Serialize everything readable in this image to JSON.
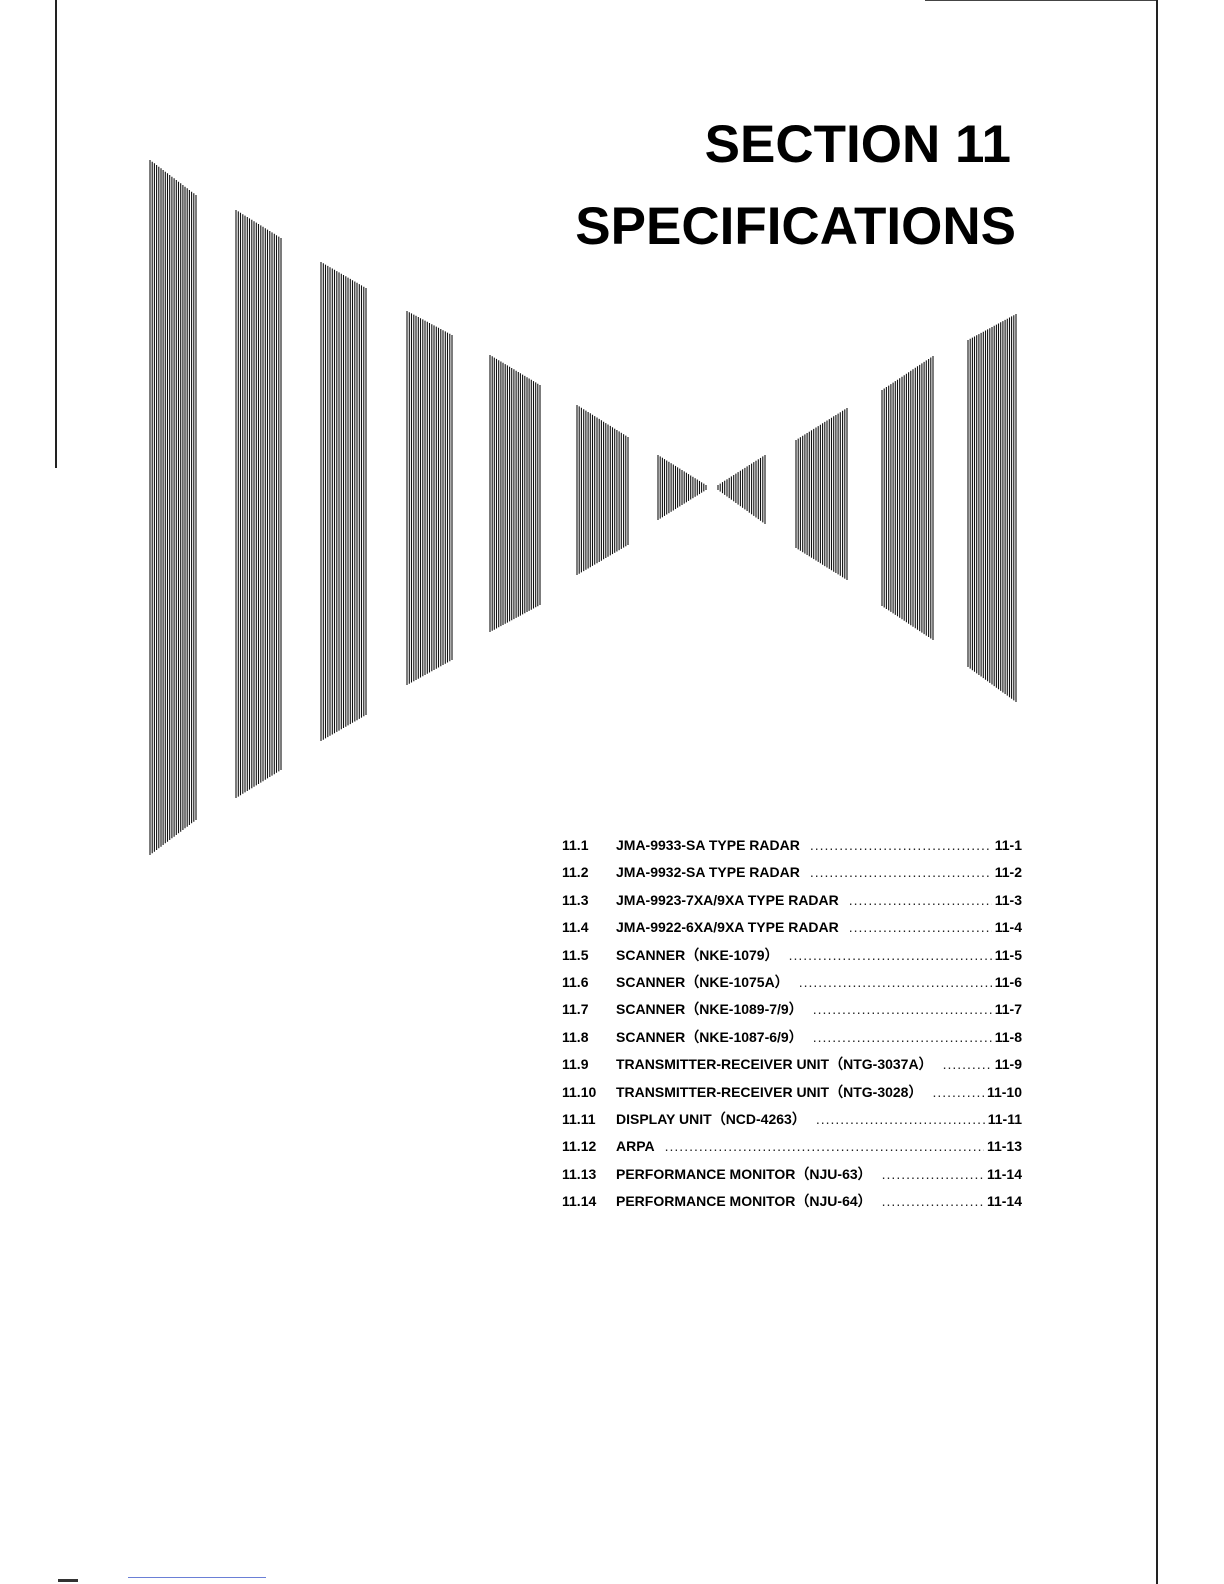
{
  "section": {
    "title": "SECTION 11",
    "subtitle": "SPECIFICATIONS"
  },
  "toc": [
    {
      "num": "11.1",
      "label": "JMA-9933-SA TYPE RADAR",
      "page": "11-1"
    },
    {
      "num": "11.2",
      "label": "JMA-9932-SA TYPE RADAR",
      "page": "11-2"
    },
    {
      "num": "11.3",
      "label": "JMA-9923-7XA/9XA TYPE RADAR",
      "page": "11-3"
    },
    {
      "num": "11.4",
      "label": "JMA-9922-6XA/9XA TYPE RADAR",
      "page": "11-4"
    },
    {
      "num": "11.5",
      "label": "SCANNER（NKE-1079）",
      "page": "11-5"
    },
    {
      "num": "11.6",
      "label": "SCANNER（NKE-1075A）",
      "page": "11-6"
    },
    {
      "num": "11.7",
      "label": "SCANNER（NKE-1089-7/9）",
      "page": "11-7"
    },
    {
      "num": "11.8",
      "label": "SCANNER（NKE-1087-6/9）",
      "page": "11-8"
    },
    {
      "num": "11.9",
      "label": "TRANSMITTER-RECEIVER UNIT（NTG-3037A）",
      "page": "11-9"
    },
    {
      "num": "11.10",
      "label": "TRANSMITTER-RECEIVER UNIT（NTG-3028）",
      "page": "11-10"
    },
    {
      "num": "11.11",
      "label": "DISPLAY UNIT（NCD-4263）",
      "page": "11-11"
    },
    {
      "num": "11.12",
      "label": "ARPA",
      "page": "11-13"
    },
    {
      "num": "11.13",
      "label": "PERFORMANCE MONITOR（NJU-63）",
      "page": "11-14"
    },
    {
      "num": "11.14",
      "label": "PERFORMANCE MONITOR（NJU-64）",
      "page": "11-14"
    }
  ]
}
